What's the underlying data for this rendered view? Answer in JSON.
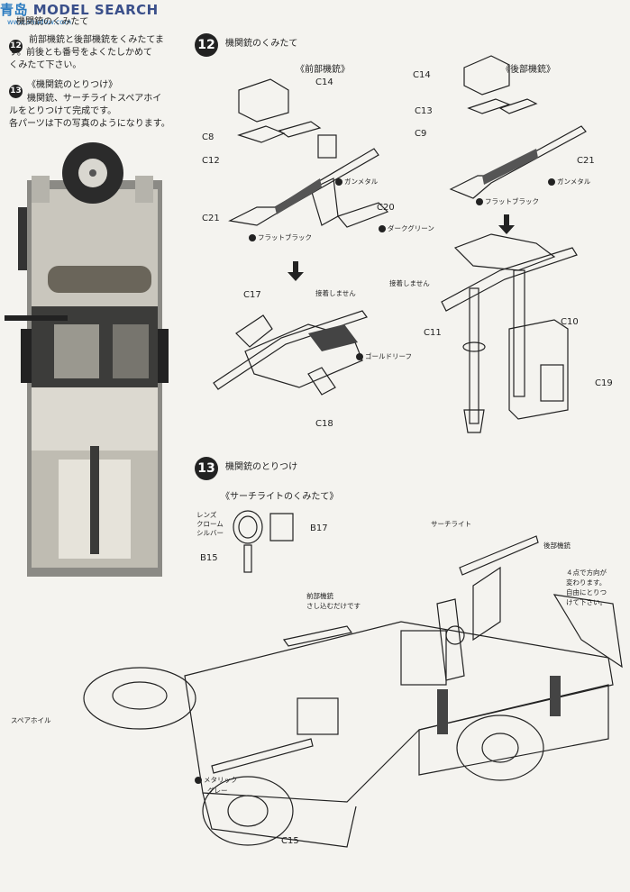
{
  "watermark": {
    "brand": "MODEL SEARCH",
    "brand_cn": "青岛",
    "url": "www.shadow.com"
  },
  "intro": {
    "step12_badge": "12",
    "step12_title": "機関銃のくみたて",
    "step12_text1": "前部機銃と後部機銃をくみたてま",
    "step12_text2": "す。前後とも番号をよくたしかめて",
    "step12_text3": "くみたて下さい。",
    "step13_badge": "13",
    "step13_title": "《機関銃のとりつけ》",
    "step13_text1": "機関銃、サーチライトスペアホイ",
    "step13_text2": "ルをとりつけて完成です。",
    "step13_text3": "各パーツは下の写真のようになります。"
  },
  "step12": {
    "badge": "12",
    "title": "機関銃のくみたて",
    "front_title": "《前部機銃》",
    "rear_title": "《後部機銃》",
    "front_parts": {
      "c14": "C14",
      "c8": "C8",
      "c12": "C12",
      "c21": "C21",
      "c20": "C20"
    },
    "rear_parts": {
      "c14": "C14",
      "c13": "C13",
      "c9": "C9",
      "c21": "C21"
    },
    "front_colors": {
      "gunmetal": "ガンメタル",
      "flat_black": "フラットブラック",
      "dark_green": "ダークグリーン"
    },
    "rear_colors": {
      "gunmetal": "ガンメタル",
      "flat_black": "フラットブラック"
    },
    "front_mount": {
      "no_glue": "接着しません",
      "c17": "C17",
      "c18": "C18",
      "gold_leaf": "ゴールドリーフ"
    },
    "rear_mount": {
      "no_glue": "接着しません",
      "c11": "C11",
      "c10": "C10",
      "c19": "C19"
    }
  },
  "step13": {
    "badge": "13",
    "title": "機関銃のとりつけ",
    "searchlight_title": "《サーチライトのくみたて》",
    "lens1": "レンズ",
    "lens2": "クローム",
    "lens3": "シルバー",
    "b17": "B17",
    "b15": "B15",
    "searchlight": "サーチライト",
    "rear_gun": "後部機銃",
    "front_gun1": "前部機銃",
    "front_gun2": "さし込むだけです",
    "note1": "４点で方向が",
    "note2": "変わります。",
    "note3": "自由にとりつ",
    "note4": "けて下さい。",
    "spare_wheel": "スペアホイル",
    "metallic1": "メタリック",
    "metallic2": "グレー",
    "c15": "C15"
  }
}
